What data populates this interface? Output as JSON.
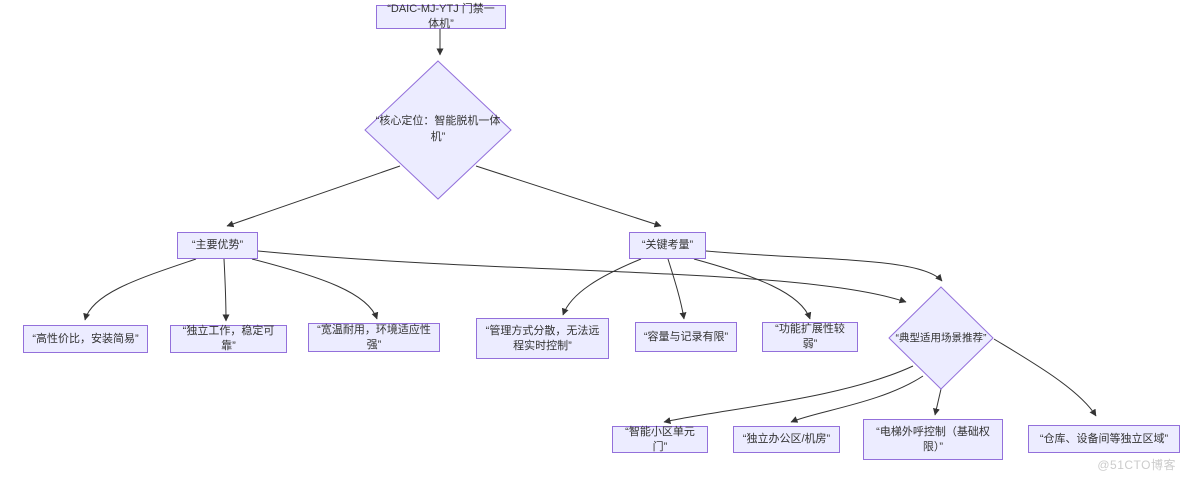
{
  "flowchart": {
    "title_node": "“DAIC-MJ-YTJ 门禁一体机”",
    "core_decision": "“核心定位：智能脱机一体机”",
    "advantages": "“主要优势”",
    "considerations": "“关键考量”",
    "advantage_1": "“高性价比，安装简易”",
    "advantage_2": "“独立工作，稳定可靠”",
    "advantage_3": "“宽温耐用，环境适应性强”",
    "consideration_1": "“管理方式分散，无法远程实时控制”",
    "consideration_2": "“容量与记录有限”",
    "consideration_3": "“功能扩展性较弱”",
    "scenarios_decision": "“典型适用场景推荐”",
    "scenario_1": "“智能小区单元门”",
    "scenario_2": "“独立办公区/机房”",
    "scenario_3": "“电梯外呼控制（基础权限）”",
    "scenario_4": "“仓库、设备间等独立区域”"
  },
  "colors": {
    "node_fill": "#ececff",
    "node_border": "#9370db",
    "edge": "#333333",
    "watermark_text": "#cccccc"
  },
  "watermark": "@51CTO博客"
}
